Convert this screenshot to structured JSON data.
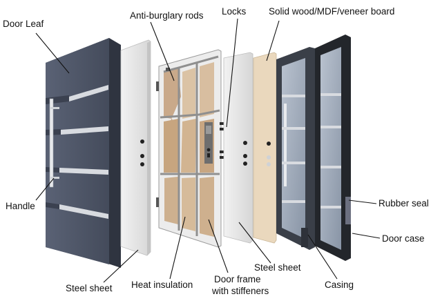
{
  "labels": {
    "door_leaf": "Door Leaf",
    "anti_burglary_rods": "Anti-burglary rods",
    "locks": "Locks",
    "board": "Solid wood/MDF/veneer board",
    "handle": "Handle",
    "rubber_seal": "Rubber seal",
    "door_case": "Door case",
    "steel_sheet_front": "Steel sheet",
    "heat_insulation": "Heat insulation",
    "door_frame_line1": "Door frame",
    "door_frame_line2": "with stiffeners",
    "steel_sheet_back": "Steel sheet",
    "casing": "Casing"
  },
  "colors": {
    "door_leaf": "#4a5263",
    "steel_sheet": "#e6e6e6",
    "frame_steel": "#d9d9d9",
    "insulation": "#c9a98a",
    "veneer_board": "#e9d7bb",
    "casing": "#3a3f48",
    "door_case": "#2a2d33",
    "glass": "#9aa6b5"
  }
}
